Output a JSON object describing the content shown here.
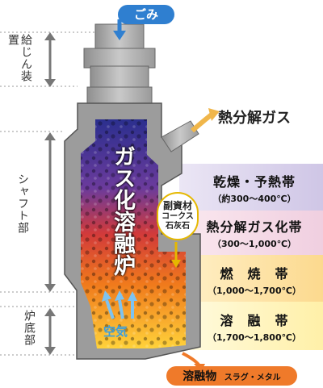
{
  "input_label": "ごみ",
  "side_labels": {
    "charging": "給じん装置",
    "shaft": "シャフト部",
    "hearth": "炉底部"
  },
  "furnace_title": "ガス化溶融炉",
  "gas_output": "熱分解ガス",
  "subsidiary": {
    "title": "副資材",
    "items": "コークス石灰石"
  },
  "air_label": "空気",
  "zones": [
    {
      "name": "乾燥・予熱帯",
      "range": "（約300～400℃）"
    },
    {
      "name": "熱分解ガス化帯",
      "range": "（300～1,000℃）"
    },
    {
      "name": "燃　焼　帯",
      "range": "（1,000～1,700℃）"
    },
    {
      "name": "溶　融　帯",
      "range": "（1,700～1,800℃）"
    }
  ],
  "output": {
    "main": "溶融物",
    "sub": "スラグ・メタル"
  },
  "colors": {
    "zone_dry": "#cfc6e6",
    "zone_pyro": "#f3d6e3",
    "zone_comb": "#fde2a6",
    "zone_melt": "#fff3b8",
    "input_pill": "#2f7fd0",
    "output_pill": "#ef7a2a",
    "air_arrow": "#7ec3f0"
  }
}
